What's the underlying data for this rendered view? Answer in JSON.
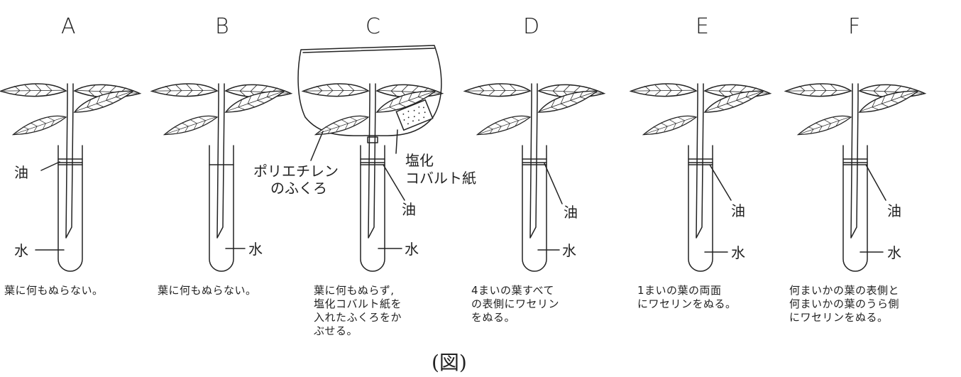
{
  "panels": [
    {
      "letter": "A",
      "caption": "葉に何もぬらない。",
      "oil": "油",
      "water": "水"
    },
    {
      "letter": "B",
      "caption": "葉に何もぬらない。",
      "water": "水"
    },
    {
      "letter": "C",
      "caption": "葉に何もぬらず,\n塩化コバルト紙を\n入れたふくろをか\nぶせる。",
      "oil": "油",
      "water": "水",
      "bag_label": "ポリエチレン\nのふくろ",
      "paper_label": "塩化\nコバルト紙"
    },
    {
      "letter": "D",
      "caption": "4まいの葉すべて\nの表側にワセリン\nをぬる。",
      "oil": "油",
      "water": "水"
    },
    {
      "letter": "E",
      "caption": "1まいの葉の両面\nにワセリンをぬる。",
      "oil": "油",
      "water": "水"
    },
    {
      "letter": "F",
      "caption": "何まいかの葉の表側と\n何まいかの葉のうら側\nにワセリンをぬる。",
      "oil": "油",
      "water": "水"
    }
  ],
  "figure_caption": "(図)"
}
